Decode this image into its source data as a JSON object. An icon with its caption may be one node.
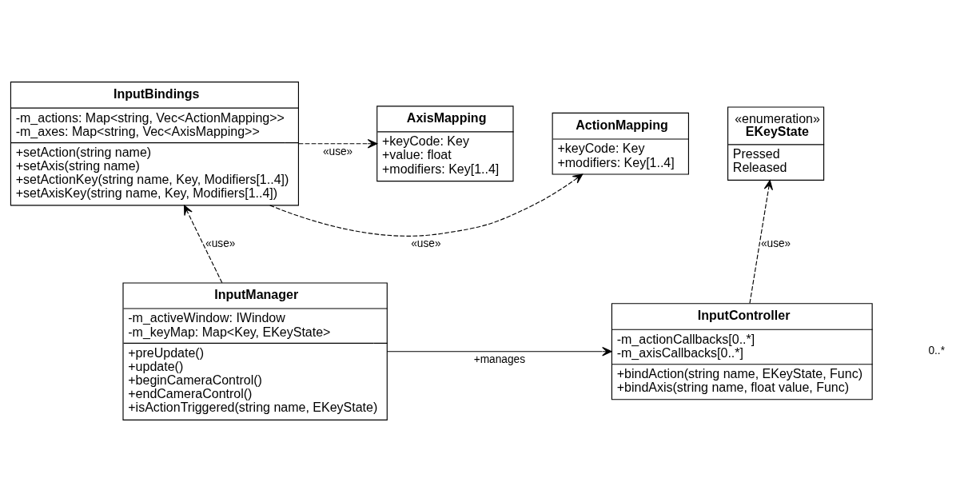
{
  "diagram": {
    "nodes": [
      {
        "text": [
          "InputBindings",
          "-m_actions: Map<string, Vec<ActionMapping>>",
          "-m_axes: Map<string, Vec<AxisMapping>>",
          "+setAction(string name)",
          "+setAxis(string name)",
          "+setActionKey(string name, Key, Modifiers[1..4])",
          "+setAxisKey(string name, Key, Modifiers[1..4])"
        ]
      },
      {
        "text": [
          "ActionMapping",
          "+keyCode: Key",
          "+modifiers: Key[1..4]"
        ]
      },
      {
        "text": [
          "AxisMapping",
          "+keyCode: Key",
          "+value: float",
          "+modifiers: Key[1..4]"
        ]
      },
      {
        "text": [
          "«enumeration»",
          "EKeyState",
          "Pressed",
          "Released"
        ]
      },
      {
        "text": [
          "InputManager",
          "-m_activeWindow: IWindow",
          "-m_keyMap: Map<Key, EKeyState>",
          "+preUpdate()",
          "+update()",
          "+beginCameraControl()",
          "+endCameraControl()",
          "+isActionTriggered(string name, EKeyState)"
        ]
      },
      {
        "text": [
          "InputController",
          "-m_actionCallbacks[0..*]",
          "-m_axisCallbacks[0..*]",
          "+bindAction(string name, EKeyState, Func)",
          "+bindAxis(string name, float value, Func)"
        ]
      }
    ],
    "edges": [
      {
        "from": 0,
        "to": 1,
        "arrow": "to",
        "style": "dashed",
        "label": "«use»"
      },
      {
        "from": 0,
        "to": 2,
        "arrow": "to",
        "style": "dashed",
        "label": "«use»"
      },
      {
        "from": 4,
        "to": 0,
        "arrow": "to",
        "style": "dashed",
        "label": "«use»"
      },
      {
        "from": 5,
        "to": 3,
        "arrow": "to",
        "style": "dashed",
        "label": "«use»"
      },
      {
        "from": 4,
        "to": 5,
        "arrow": "to",
        "label": "+manages"
      }
    ],
    "labels": [
      "0..*"
    ]
  }
}
